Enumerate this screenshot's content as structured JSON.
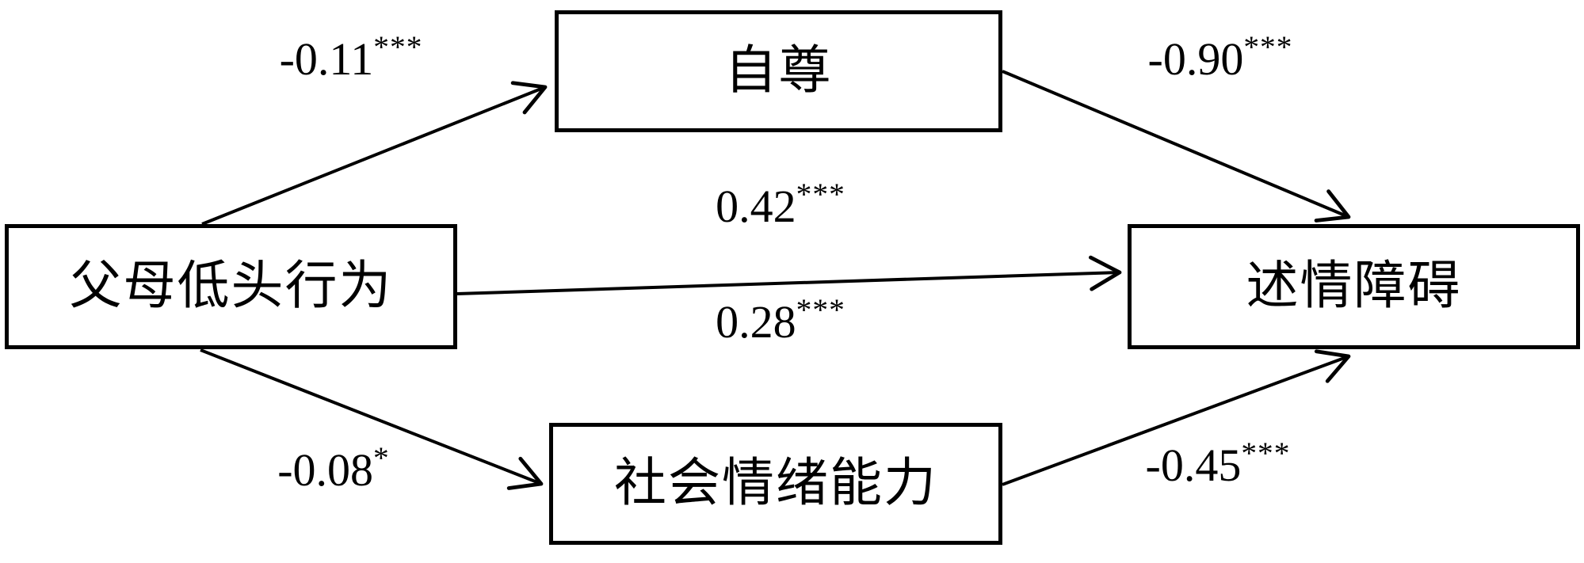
{
  "diagram": {
    "title": "mediation-path-model",
    "colors": {
      "line": "#000000",
      "box_border": "#000000",
      "background": "#ffffff"
    },
    "nodes": {
      "predictor": {
        "label": "父母低头行为"
      },
      "mediator1": {
        "label": "自尊"
      },
      "mediator2": {
        "label": "社会情绪能力"
      },
      "outcome": {
        "label": "述情障碍"
      }
    },
    "paths": [
      {
        "from": "predictor",
        "to": "mediator1",
        "value": "-0.11",
        "stars": "***"
      },
      {
        "from": "mediator1",
        "to": "outcome",
        "value": "-0.90",
        "stars": "***"
      },
      {
        "from": "predictor",
        "to": "outcome",
        "value": "0.42",
        "stars": "***",
        "position": "above-line"
      },
      {
        "from": "predictor",
        "to": "outcome",
        "value": "0.28",
        "stars": "***",
        "position": "below-line"
      },
      {
        "from": "predictor",
        "to": "mediator2",
        "value": "-0.08",
        "stars": "*"
      },
      {
        "from": "mediator2",
        "to": "outcome",
        "value": "-0.45",
        "stars": "***"
      }
    ]
  }
}
